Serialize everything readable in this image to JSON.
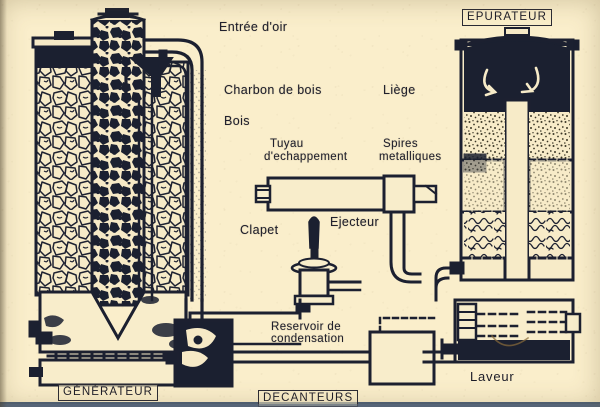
{
  "figure": {
    "kind": "technical-cutaway-diagram",
    "subject": "Gazogene wood gas installation (vintage French schematic)",
    "background_color": "#faeecb",
    "ink_color": "#1c2030"
  },
  "labels": {
    "air_inlet": "Entrée d'oir",
    "charcoal": "Charbon de bois",
    "wood": "Bois",
    "cork": "Liège",
    "exhaust_pipe_line1": "Tuyau",
    "exhaust_pipe_line2": "d'echappement",
    "metal_coils_line1": "Spires",
    "metal_coils_line2": "metalliques",
    "valve": "Clapet",
    "ejector": "Ejecteur",
    "condensation_tank_line1": "Reservoir de",
    "condensation_tank_line2": "condensation",
    "washer": "Laveur"
  },
  "boxed_captions": {
    "generator": "GÉNÉRATEUR",
    "settlers": "DECANTEURS",
    "purifier": "EPURATEUR"
  },
  "components": [
    {
      "name": "generator-vessel",
      "caption": "GÉNÉRATEUR",
      "contents": [
        "Charbon de bois",
        "Bois"
      ]
    },
    {
      "name": "purifier-vessel",
      "caption": "EPURATEUR",
      "contents": [
        "Liège",
        "Spires metalliques"
      ]
    },
    {
      "name": "settler-vessels",
      "caption": "DECANTEURS",
      "contents": [
        "Reservoir de condensation"
      ]
    },
    {
      "name": "washer-vessel",
      "caption": "Laveur",
      "contents": []
    },
    {
      "name": "exhaust-muffler",
      "caption": "Tuyau d'echappement",
      "contents": []
    },
    {
      "name": "ejector",
      "caption": "Ejecteur",
      "contents": []
    },
    {
      "name": "check-valve",
      "caption": "Clapet",
      "contents": []
    },
    {
      "name": "air-inlet-pipe",
      "caption": "Entrée d'oir",
      "contents": []
    }
  ]
}
